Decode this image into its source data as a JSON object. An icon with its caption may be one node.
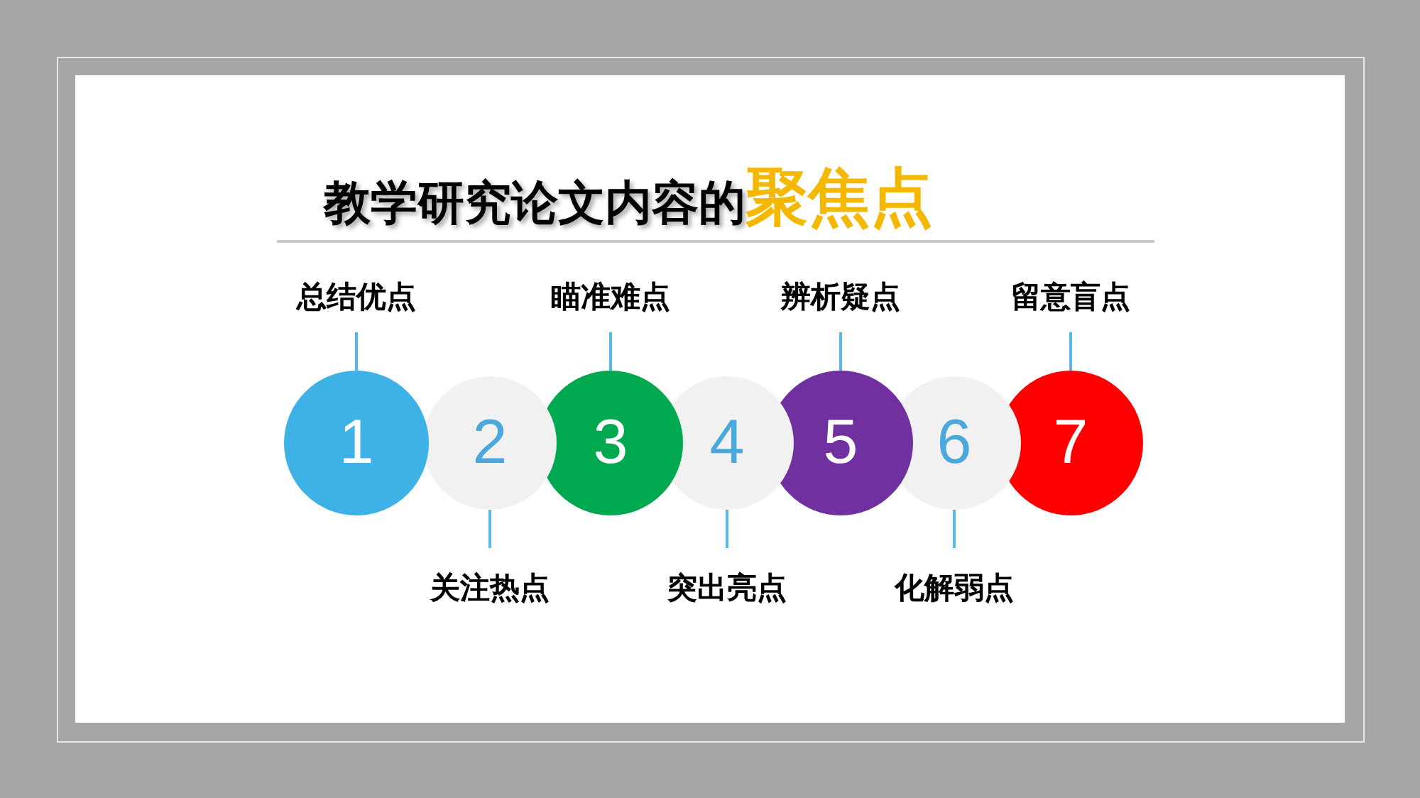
{
  "diagram": {
    "title": "教学研究论文内容的**聚焦点**",
    "nodes": [
      {
        "text": [
          "1"
        ]
      },
      {
        "text": [
          "2"
        ]
      },
      {
        "text": [
          "3"
        ]
      },
      {
        "text": [
          "4"
        ]
      },
      {
        "text": [
          "5"
        ]
      },
      {
        "text": [
          "6"
        ]
      },
      {
        "text": [
          "7"
        ]
      },
      {
        "text": [
          "总结优点"
        ]
      },
      {
        "text": [
          "瞄准难点"
        ]
      },
      {
        "text": [
          "辨析疑点"
        ]
      },
      {
        "text": [
          "留意盲点"
        ]
      },
      {
        "text": [
          "关注热点"
        ]
      },
      {
        "text": [
          "突出亮点"
        ]
      },
      {
        "text": [
          "化解弱点"
        ]
      }
    ],
    "edges": [
      {
        "from": 7,
        "to": 0,
        "arrow": "none"
      },
      {
        "from": 8,
        "to": 2,
        "arrow": "none"
      },
      {
        "from": 9,
        "to": 4,
        "arrow": "none"
      },
      {
        "from": 10,
        "to": 6,
        "arrow": "none"
      },
      {
        "from": 11,
        "to": 1,
        "arrow": "none"
      },
      {
        "from": 12,
        "to": 3,
        "arrow": "none"
      },
      {
        "from": 13,
        "to": 5,
        "arrow": "none"
      }
    ]
  }
}
